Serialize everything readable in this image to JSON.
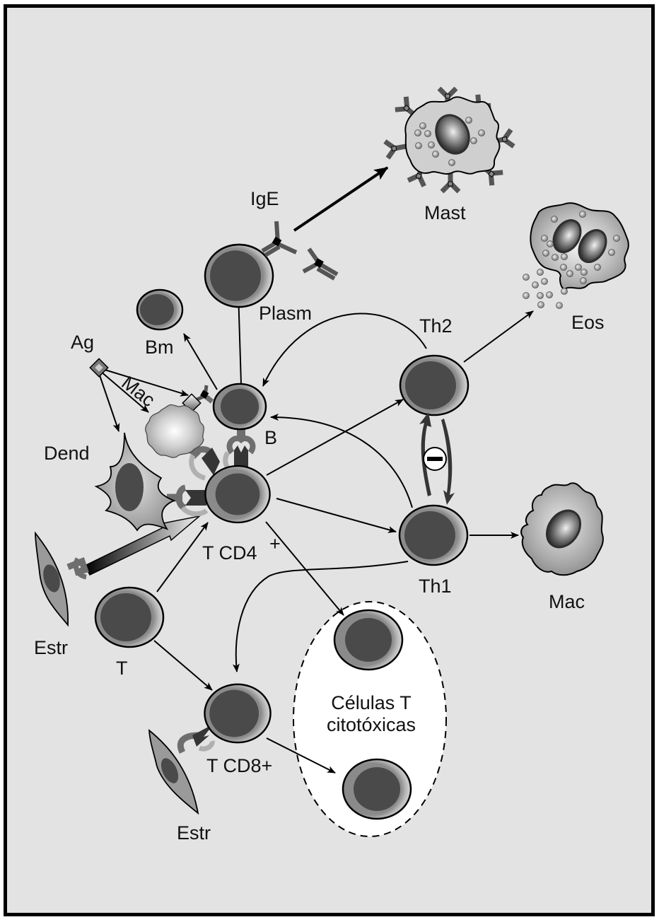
{
  "diagram": {
    "title": "Immune cell interaction diagram",
    "colors": {
      "background": "#e3e3e3",
      "frame": "#000000",
      "nucleus": "#4a4a4a",
      "receptor_light": "#6e6e6e",
      "receptor_dark": "#353535",
      "cytotoxic_zone": "#ffffff"
    },
    "labels": {
      "mast": "Mast",
      "ige": "IgE",
      "eos": "Eos",
      "plasm": "Plasm",
      "bm": "Bm",
      "th2": "Th2",
      "ag": "Ag",
      "mac_small": "Mac",
      "b": "B",
      "dend": "Dend",
      "t_cd4": "T CD4",
      "t_cd4_sup": "+",
      "th1": "Th1",
      "mac": "Mac",
      "estr_top": "Estr",
      "t": "T",
      "t_cd8": "T CD8+",
      "estr_bottom": "Estr",
      "cytotoxic_line1": "Células T",
      "cytotoxic_line2": "citotóxicas",
      "inhibition_symbol": "−"
    },
    "nodes": [
      {
        "id": "mast",
        "type": "mast-cell"
      },
      {
        "id": "eos",
        "type": "eosinophil"
      },
      {
        "id": "plasm",
        "type": "plasma-cell"
      },
      {
        "id": "bm",
        "type": "memory-b-cell"
      },
      {
        "id": "b",
        "type": "b-cell"
      },
      {
        "id": "ag",
        "type": "antigen"
      },
      {
        "id": "mac_apc",
        "type": "macrophage-apc"
      },
      {
        "id": "dend",
        "type": "dendritic-cell"
      },
      {
        "id": "t_cd4",
        "type": "t-helper"
      },
      {
        "id": "th2",
        "type": "th2-cell"
      },
      {
        "id": "th1",
        "type": "th1-cell"
      },
      {
        "id": "mac",
        "type": "macrophage"
      },
      {
        "id": "estr_top",
        "type": "stromal-cell"
      },
      {
        "id": "t",
        "type": "naive-t-cell"
      },
      {
        "id": "t_cd8",
        "type": "cytotoxic-t-cell"
      },
      {
        "id": "estr_bottom",
        "type": "stromal-cell"
      },
      {
        "id": "ctl1",
        "type": "cytotoxic-t-cell"
      },
      {
        "id": "ctl2",
        "type": "cytotoxic-t-cell"
      }
    ],
    "edges": [
      {
        "from": "plasm",
        "to": "mast",
        "via": "IgE"
      },
      {
        "from": "b",
        "to": "plasm"
      },
      {
        "from": "b",
        "to": "bm"
      },
      {
        "from": "ag",
        "to": "b"
      },
      {
        "from": "ag",
        "to": "mac_apc"
      },
      {
        "from": "ag",
        "to": "dend"
      },
      {
        "from": "th2",
        "to": "b"
      },
      {
        "from": "th1",
        "to": "b"
      },
      {
        "from": "th2",
        "to": "eos"
      },
      {
        "from": "t_cd4",
        "to": "th2"
      },
      {
        "from": "t_cd4",
        "to": "th1"
      },
      {
        "from": "th1",
        "to": "mac"
      },
      {
        "from": "th1",
        "to": "t_cd8"
      },
      {
        "from": "t_cd4",
        "to": "ctl1"
      },
      {
        "from": "t",
        "to": "t_cd4"
      },
      {
        "from": "t",
        "to": "t_cd8"
      },
      {
        "from": "t_cd8",
        "to": "ctl2"
      },
      {
        "from": "estr_top",
        "to": "t_cd4"
      },
      {
        "from": "th1",
        "to": "th2",
        "type": "mutual-inhibition"
      }
    ]
  }
}
